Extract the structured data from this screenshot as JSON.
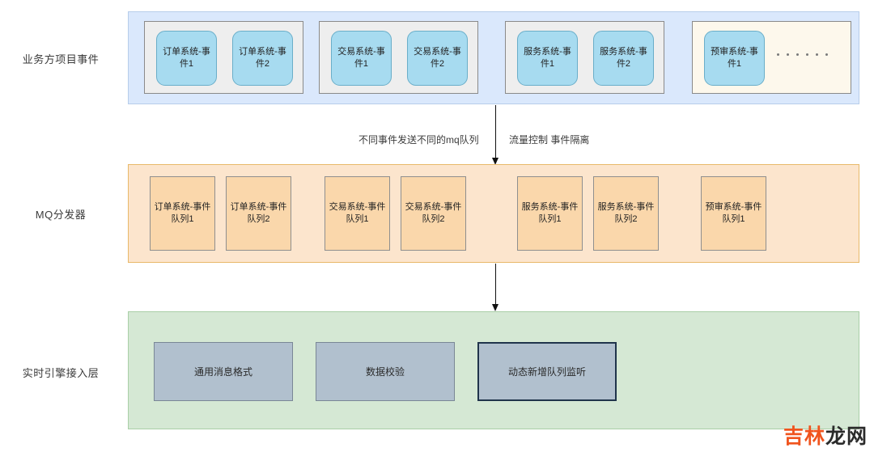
{
  "rows": {
    "business": {
      "label": "业务方项目事件"
    },
    "mq": {
      "label": "MQ分发器"
    },
    "engine": {
      "label": "实时引擎接入层"
    }
  },
  "event_groups": [
    {
      "cards": [
        "订单系统-事件1",
        "订单系统-事件2"
      ]
    },
    {
      "cards": [
        "交易系统-事件1",
        "交易系统-事件2"
      ]
    },
    {
      "cards": [
        "服务系统-事件1",
        "服务系统-事件2"
      ]
    },
    {
      "cards": [
        "预审系统-事件1"
      ],
      "ellipsis": true
    }
  ],
  "mq_queues": [
    "订单系统-事件队列1",
    "订单系统-事件队列2",
    "交易系统-事件队列1",
    "交易系统-事件队列2",
    "服务系统-事件队列1",
    "服务系统-事件队列2",
    "预审系统-事件队列1"
  ],
  "engine_modules": [
    {
      "label": "通用消息格式",
      "selected": false
    },
    {
      "label": "数据校验",
      "selected": false
    },
    {
      "label": "动态新增队列监听",
      "selected": true
    }
  ],
  "annotations": {
    "left": "不同事件发送不同的mq队列",
    "right": "流量控制 事件隔离"
  },
  "watermark": {
    "part_a": "吉林",
    "part_b": "龙网"
  },
  "colors": {
    "business_band": "#dae8fc",
    "mq_band": "#fce5cd",
    "engine_band": "#d5e8d4",
    "event_card": "#a7dbf0",
    "queue_box": "#fad7ab",
    "engine_box": "#b1c0ce",
    "selected_border": "#20344b",
    "watermark_accent": "#f0541e"
  }
}
